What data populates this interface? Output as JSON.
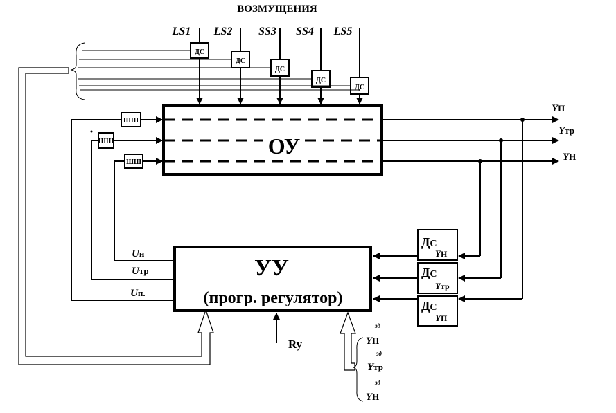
{
  "title": "ВОЗМУЩЕНИЯ",
  "disturbances": [
    "LS1",
    "LS2",
    "SS3",
    "SS4",
    "LS5"
  ],
  "sensor_label": "ДС",
  "actuator_label": "ШШ",
  "object": {
    "label": "ОУ"
  },
  "controller": {
    "label": "УУ",
    "sublabel": "(прогр. регулятор)"
  },
  "outputs": [
    {
      "main": "Y",
      "sub": "П"
    },
    {
      "main": "Y",
      "sub": "тр"
    },
    {
      "main": "Y",
      "sub": "Н"
    }
  ],
  "controls": [
    {
      "main": "U",
      "sub": "н"
    },
    {
      "main": "U",
      "sub": "тр"
    },
    {
      "main": "U",
      "sub": "п."
    }
  ],
  "feedback_sensors": [
    {
      "main": "Д",
      "sub": "С",
      "var": "Y",
      "varsub": "Н"
    },
    {
      "main": "Д",
      "sub": "С",
      "var": "Y",
      "varsub": "тр"
    },
    {
      "main": "Д",
      "sub": "С",
      "var": "Y",
      "varsub": "П"
    }
  ],
  "setpoint_input": "Ry",
  "setpoints": [
    {
      "sup": "зд",
      "main": "Y",
      "sub": "П"
    },
    {
      "sup": "зд",
      "main": "Y",
      "sub": "тр"
    },
    {
      "sup": "зд",
      "main": "Y",
      "sub": "Н"
    }
  ]
}
